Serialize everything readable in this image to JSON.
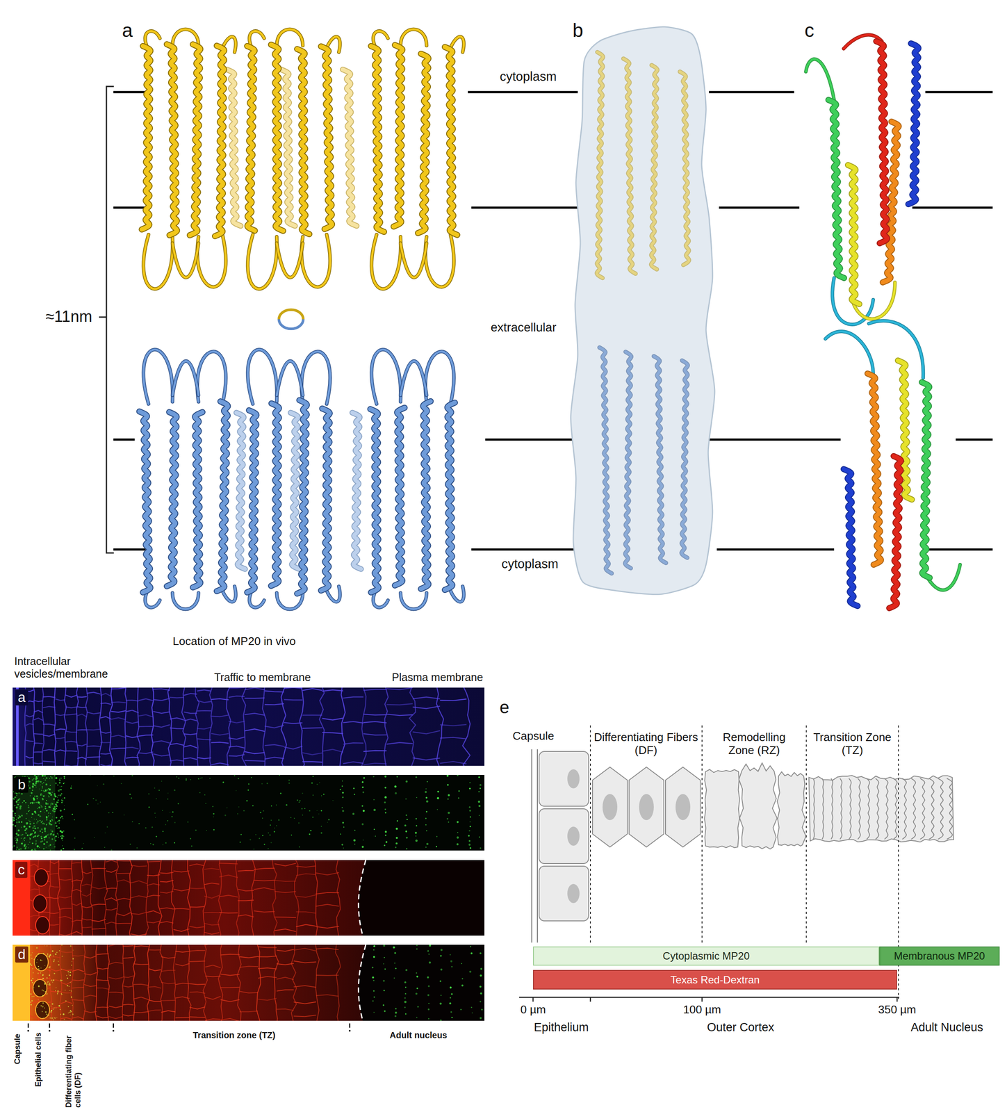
{
  "diagram": {
    "nodes": [
      {
        "text": [
          "a"
        ]
      },
      {
        "text": [
          "b"
        ]
      },
      {
        "text": [
          "c"
        ]
      },
      {
        "text": [
          "d"
        ]
      },
      {
        "text": [
          "Cytoplasmic MP20"
        ]
      },
      {
        "text": [
          "Membranous MP20"
        ]
      },
      {
        "text": [
          "Texas Red-Dextran"
        ]
      }
    ],
    "edges": [],
    "labels": [
      "a",
      "b",
      "c",
      "≈11nm",
      "cytoplasm",
      "extracellular",
      "cytoplasm",
      "Location of MP20 in vivo",
      "Intracellular vesicles/membrane",
      "Traffic to membrane",
      "Plasma membrane",
      "Capsule",
      "Epithelial cells",
      "Differentiating fiber cells (DF)",
      "Transition zone (TZ)",
      "Adult nucleus",
      "e",
      "Capsule",
      "Differentiating Fibers (DF)",
      "Remodelling Zone (RZ)",
      "Transition Zone (TZ)",
      "0 µm",
      "100 µm",
      "350 µm",
      "Epithelium",
      "Outer Cortex",
      "Adult Nucleus"
    ]
  }
}
